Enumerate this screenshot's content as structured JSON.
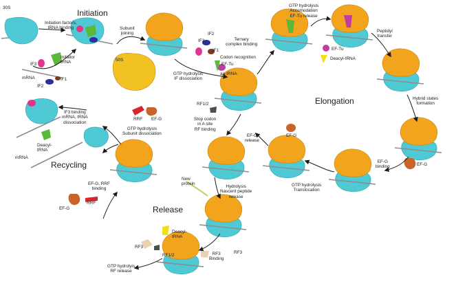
{
  "phases": {
    "initiation": "Initiation",
    "elongation": "Elongation",
    "recycling": "Recycling",
    "release": "Release"
  },
  "labels": {
    "sub30s": "30S",
    "sub50s": "50S",
    "if3_a": "IF3",
    "if2_a": "IF2",
    "if1_a": "IF1",
    "mrna_a": "mRNA",
    "initiator_trna": "Initiator\ntRNA",
    "init_factors": "Initiation factors,\ntRNA binding",
    "subunit_joining": "Subunit\njoining",
    "if2_b": "IF2",
    "if3_b": "IF3",
    "if1_b": "IF1",
    "gtp_if_diss": "GTP hydrolysis\nIF dissociation",
    "ternary": "Ternary\ncomplex binding",
    "codon_recog": "Codon recognition",
    "eftu_a": "EF-Tu",
    "aa_trna": "aa-tRNA",
    "gtp_accom": "GTP hydrolysis\nAccomodation\nEF-Tu release",
    "eftu_b": "EF-Tu",
    "deacyl_trna_a": "Deacyl-tRNA",
    "peptidyl": "Peptidyl\ntransfer",
    "hybrid": "Hybrid states\nformation",
    "efg_a": "EF-G",
    "efg_binding": "EF-G\nbinding",
    "gtp_transloc": "GTP hydrolysis\nTranslocation",
    "efg_b": "EF-G",
    "efg_release": "EF-G\nrelease",
    "rf12_a": "RF1/2",
    "stop_codon": "Stop codon\nin A site\nRF binding",
    "new_protein": "New\nprotein",
    "hydrolysis": "Hydrolysis\nNascent peptide\nrelease",
    "rf3_a": "RF3",
    "rf3_binding": "RF3\nBinding",
    "deacyl_trna_b": "Deacyl-\ntRNA",
    "rf3_b": "RF3",
    "rf12_b": "RF1/2",
    "gtp_rf_release": "GTP hydrolyis\nRF release",
    "efg_rrf": "EF-G, RRF\nbinding",
    "efg_c": "EF-G",
    "rrf_a": "RRF",
    "rrf_b": "RRF",
    "efg_d": "EF-G",
    "gtp_subunit_diss": "GTP hydrolysis\nSubunit dissociation",
    "if3_binding": "IF3 binding\nmRNA, tRNA\ndissociation",
    "deacyl_trna_c": "Deacyl-\ntRNA",
    "mrna_b": "mRNA"
  },
  "colors": {
    "small_subunit": "#4fc9d3",
    "large_subunit": "#f2a51c",
    "if3": "#e0358c",
    "if2": "#2c2f9a",
    "if1": "#7a3a1c",
    "trna_green": "#5cb83a",
    "ef_tu": "#c03ea0",
    "ef_g": "#c8632a",
    "rrf": "#d8262c",
    "rf12": "#4b4d58",
    "rf3": "#ead1b2",
    "deacyl_yellow": "#f0e016",
    "mrna": "#8c8c8c"
  }
}
